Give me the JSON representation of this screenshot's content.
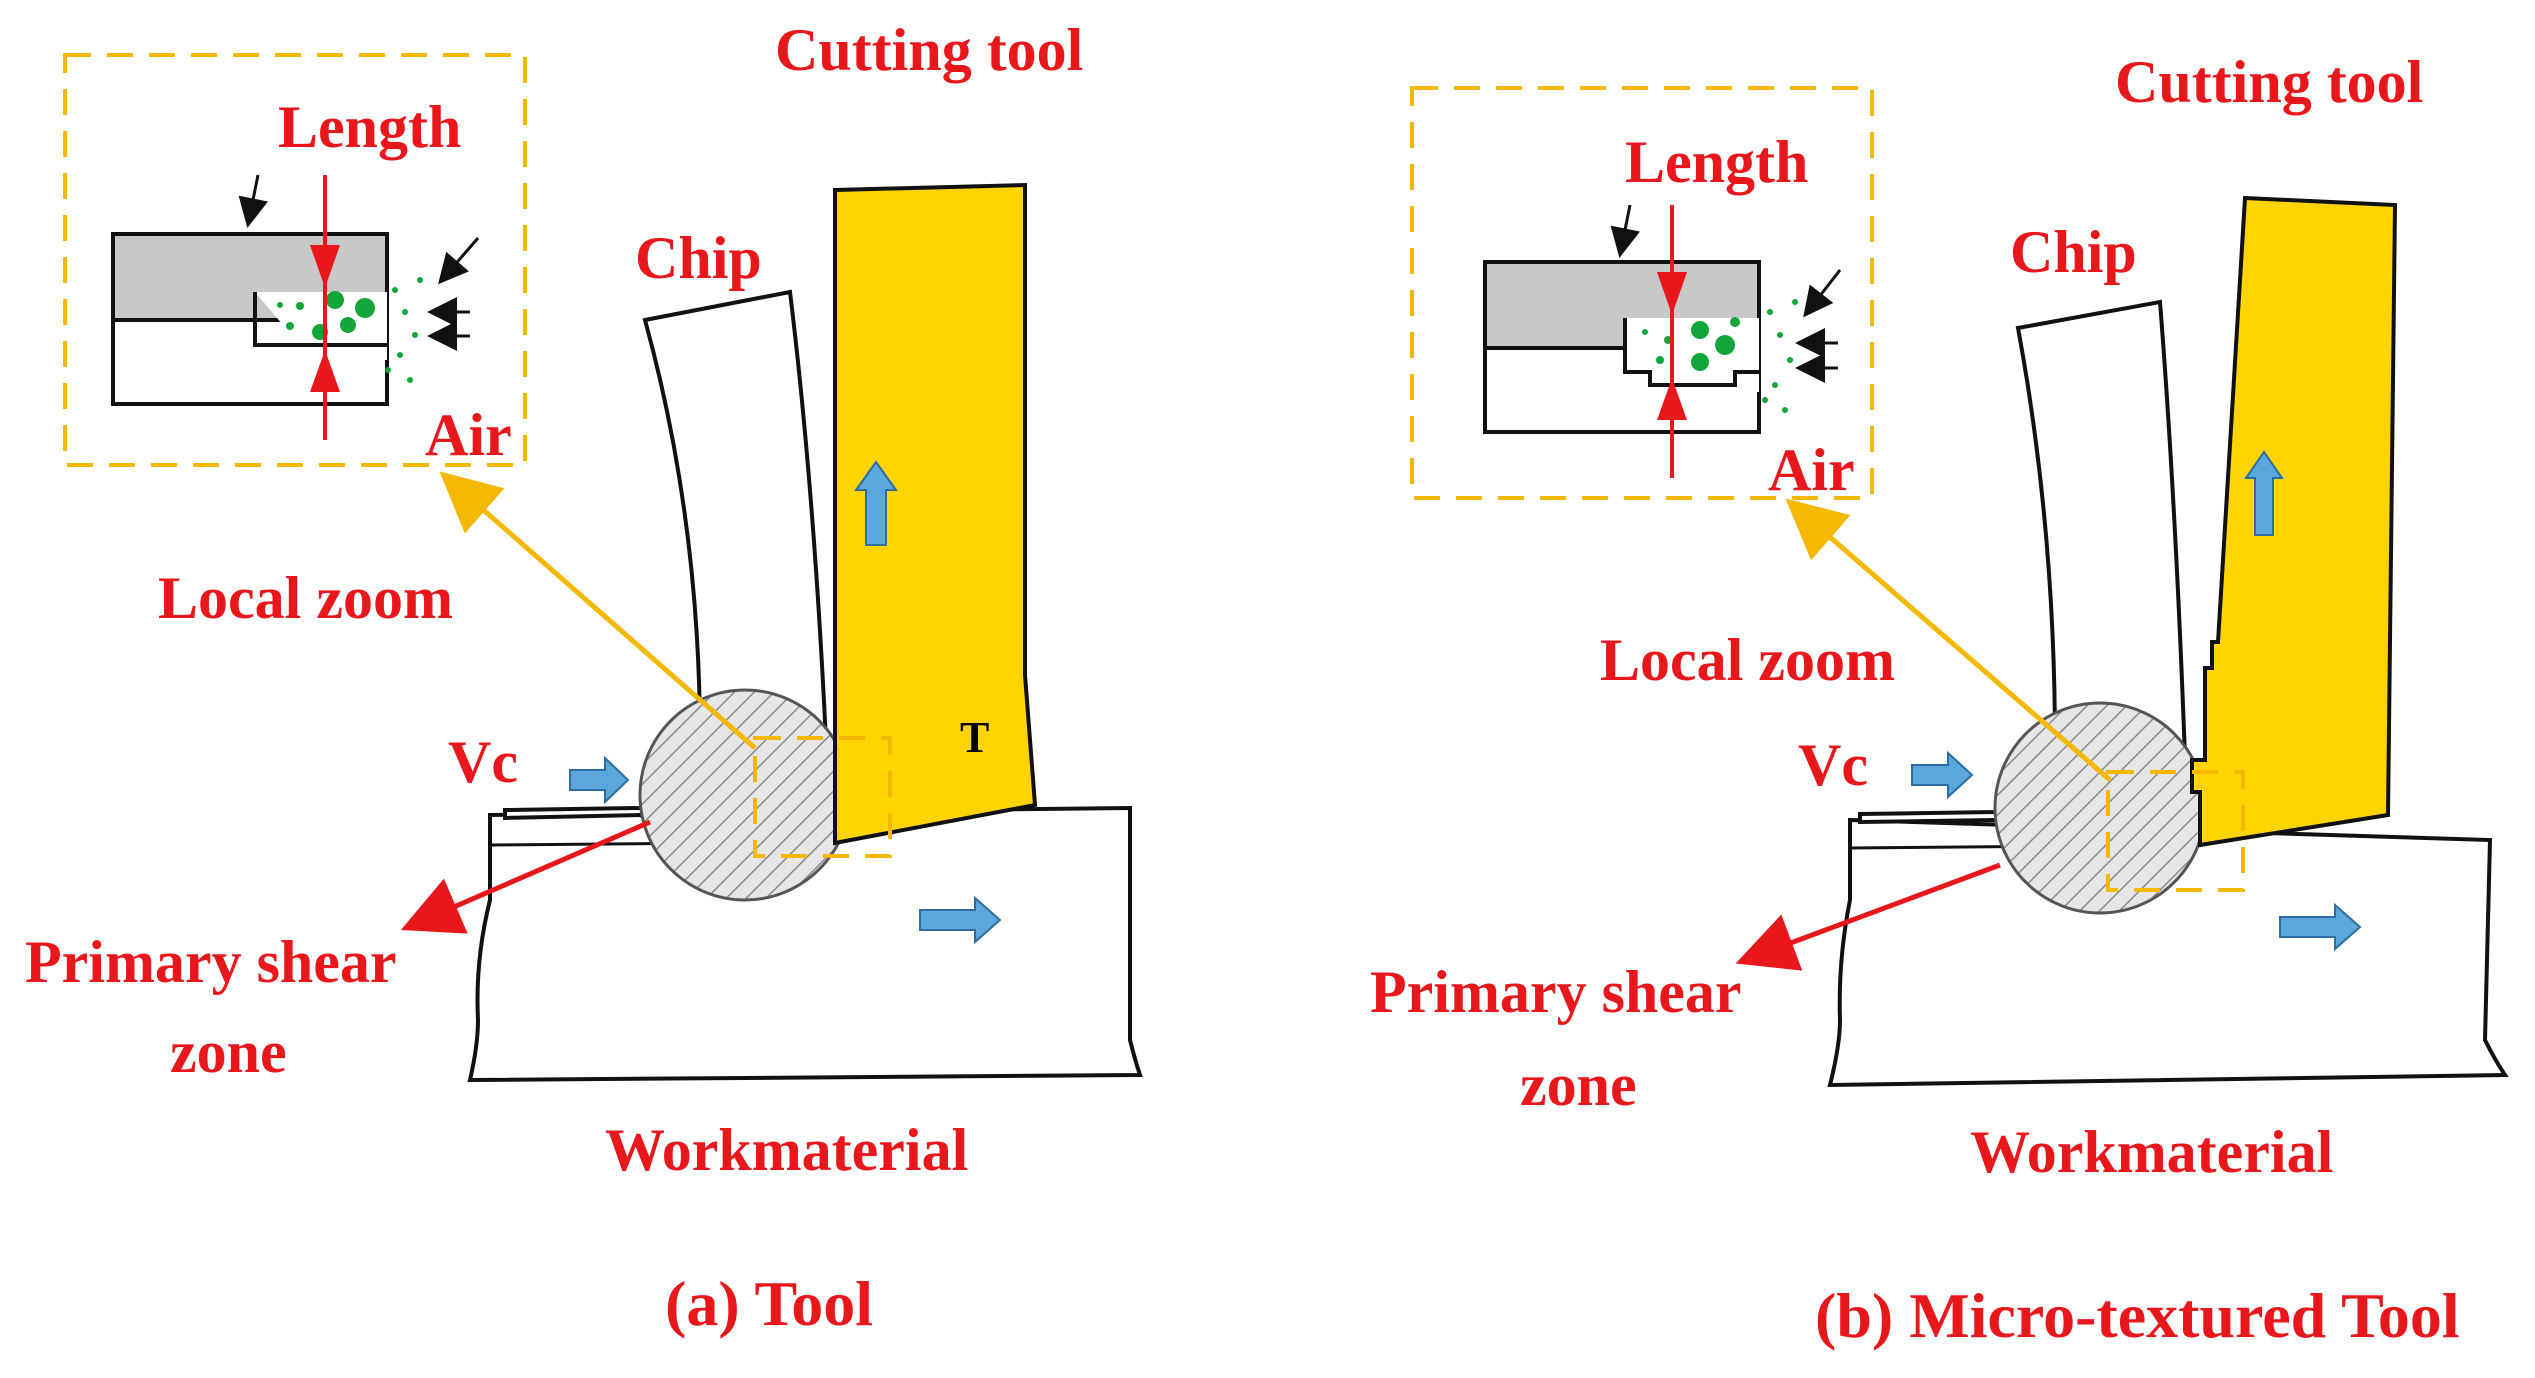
{
  "panels": [
    {
      "caption": "(a) Tool",
      "cutting_tool": "Cutting tool",
      "chip": "Chip",
      "length": "Length",
      "air": "Air",
      "local_zoom": "Local zoom",
      "vc": "Vc",
      "tool_mark": "T",
      "shear_zone_line1": "Primary shear",
      "shear_zone_line2": "zone",
      "workmaterial": "Workmaterial"
    },
    {
      "caption": "(b) Micro-textured Tool",
      "cutting_tool": "Cutting tool",
      "chip": "Chip",
      "length": "Length",
      "air": "Air",
      "local_zoom": "Local zoom",
      "vc": "Vc",
      "shear_zone_line1": "Primary shear",
      "shear_zone_line2": "zone",
      "workmaterial": "Workmaterial"
    }
  ],
  "colors": {
    "label_red": "#e8171c",
    "tool_yellow": "#ffd400",
    "zoom_dash_yellow": "#f5b800",
    "flow_blue": "#5aa7dd",
    "particle_green": "#12a63a",
    "insert_gray": "#c8c8c8"
  }
}
